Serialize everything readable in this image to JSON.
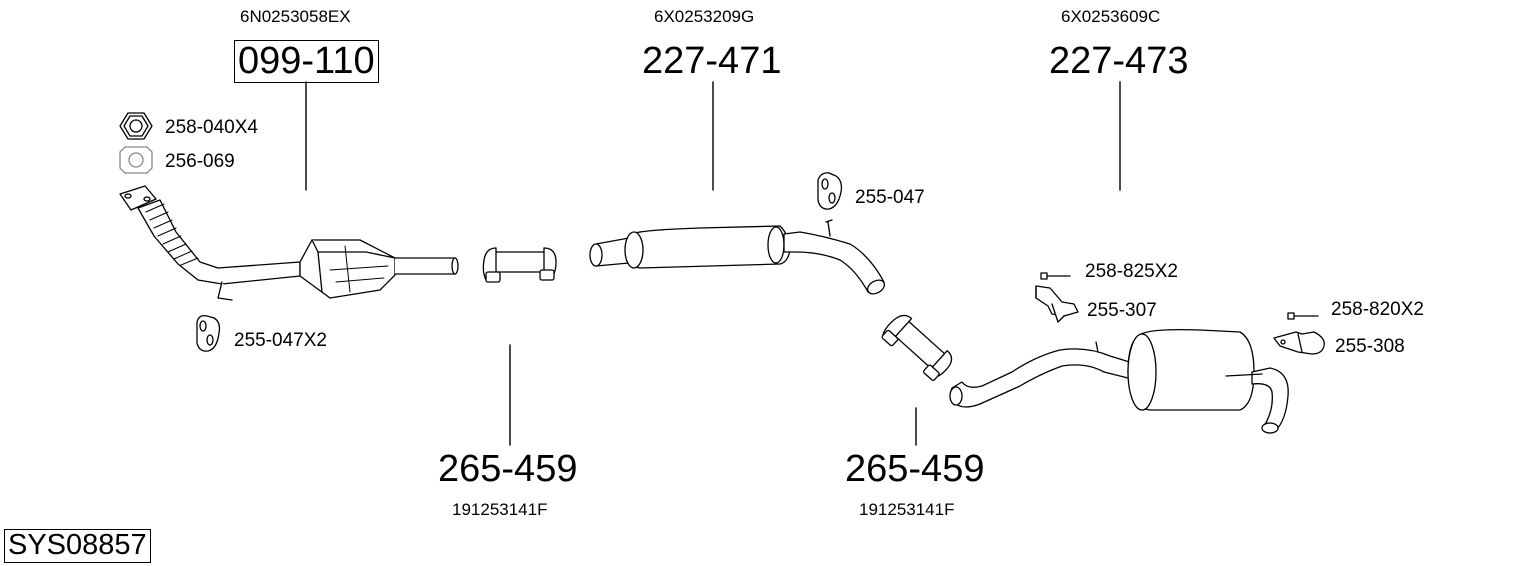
{
  "system_code": "SYS08857",
  "parts": [
    {
      "id": "catalyst",
      "number": "099-110",
      "oem": "6N0253058EX"
    },
    {
      "id": "front-silencer",
      "number": "227-471",
      "oem": "6X0253209G"
    },
    {
      "id": "rear-silencer",
      "number": "227-473",
      "oem": "6X0253609C"
    },
    {
      "id": "clamp-1",
      "number": "265-459",
      "oem": "191253141F"
    },
    {
      "id": "clamp-2",
      "number": "265-459",
      "oem": "191253141F"
    }
  ],
  "accessories": {
    "nut": "258-040X4",
    "gasket": "256-069",
    "hanger_front": "255-047X2",
    "hanger_mid": "255-047",
    "bolt_1": "258-825X2",
    "bracket_1": "255-307",
    "bolt_2": "258-820X2",
    "bracket_2": "255-308"
  }
}
